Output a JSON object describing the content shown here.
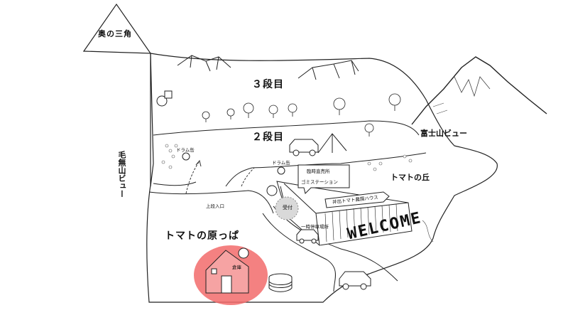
{
  "areas": {
    "oku_sankaku": "奥の三角",
    "dan3": "３段目",
    "dan2": "２段目",
    "tomato_oka": "トマトの丘",
    "tomato_harappa": "トマトの原っぱ",
    "fuji_view": "富士山ビュー",
    "kenashi_view": "毛無山ビュー"
  },
  "facilities": {
    "drum_can_left": "ドラム缶",
    "drum_can_center": "ドラム缶",
    "rinji_chokubaijo": "臨時直売所",
    "gomi_station": "ゴミステーション",
    "ide_tomato_house": "井出トマト農園ハウス",
    "uketsuke": "受付",
    "ichiji_teisha": "一時停車場所",
    "jodan_iriguchi": "上段入口",
    "souko": "倉庫"
  },
  "welcome": "WELCOME",
  "colors": {
    "highlight": "#f26b6b",
    "line": "#222222",
    "uketsuke_fill": "#d9d9d9"
  }
}
